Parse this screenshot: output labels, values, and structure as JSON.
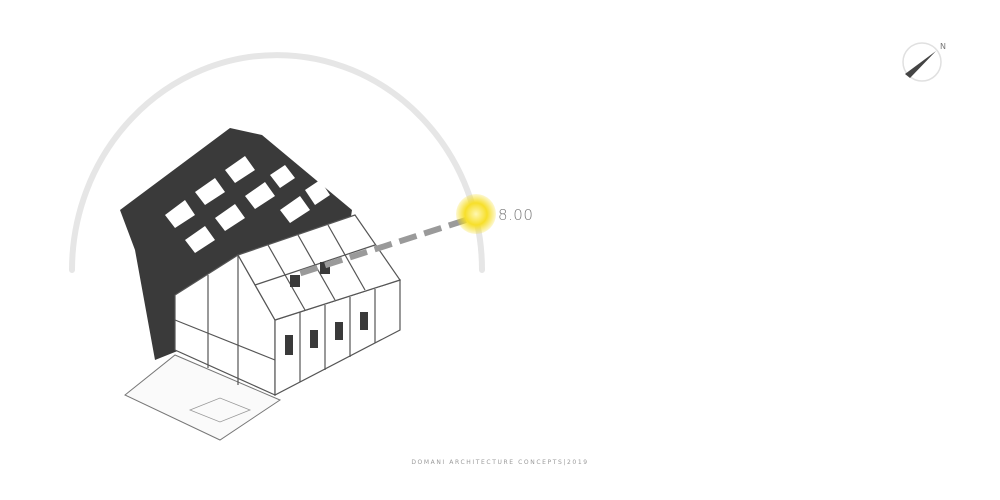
{
  "sun": {
    "time_label": "8.00",
    "color": "#f5dc1e"
  },
  "compass": {
    "north_label": "N"
  },
  "footer": {
    "credit": "DOMANI ARCHITECTURE CONCEPTS|2019"
  },
  "colors": {
    "arc": "#e6e6e6",
    "shadow": "#3a3a3a",
    "ray": "#9a9a9a",
    "frame": "#555555"
  }
}
